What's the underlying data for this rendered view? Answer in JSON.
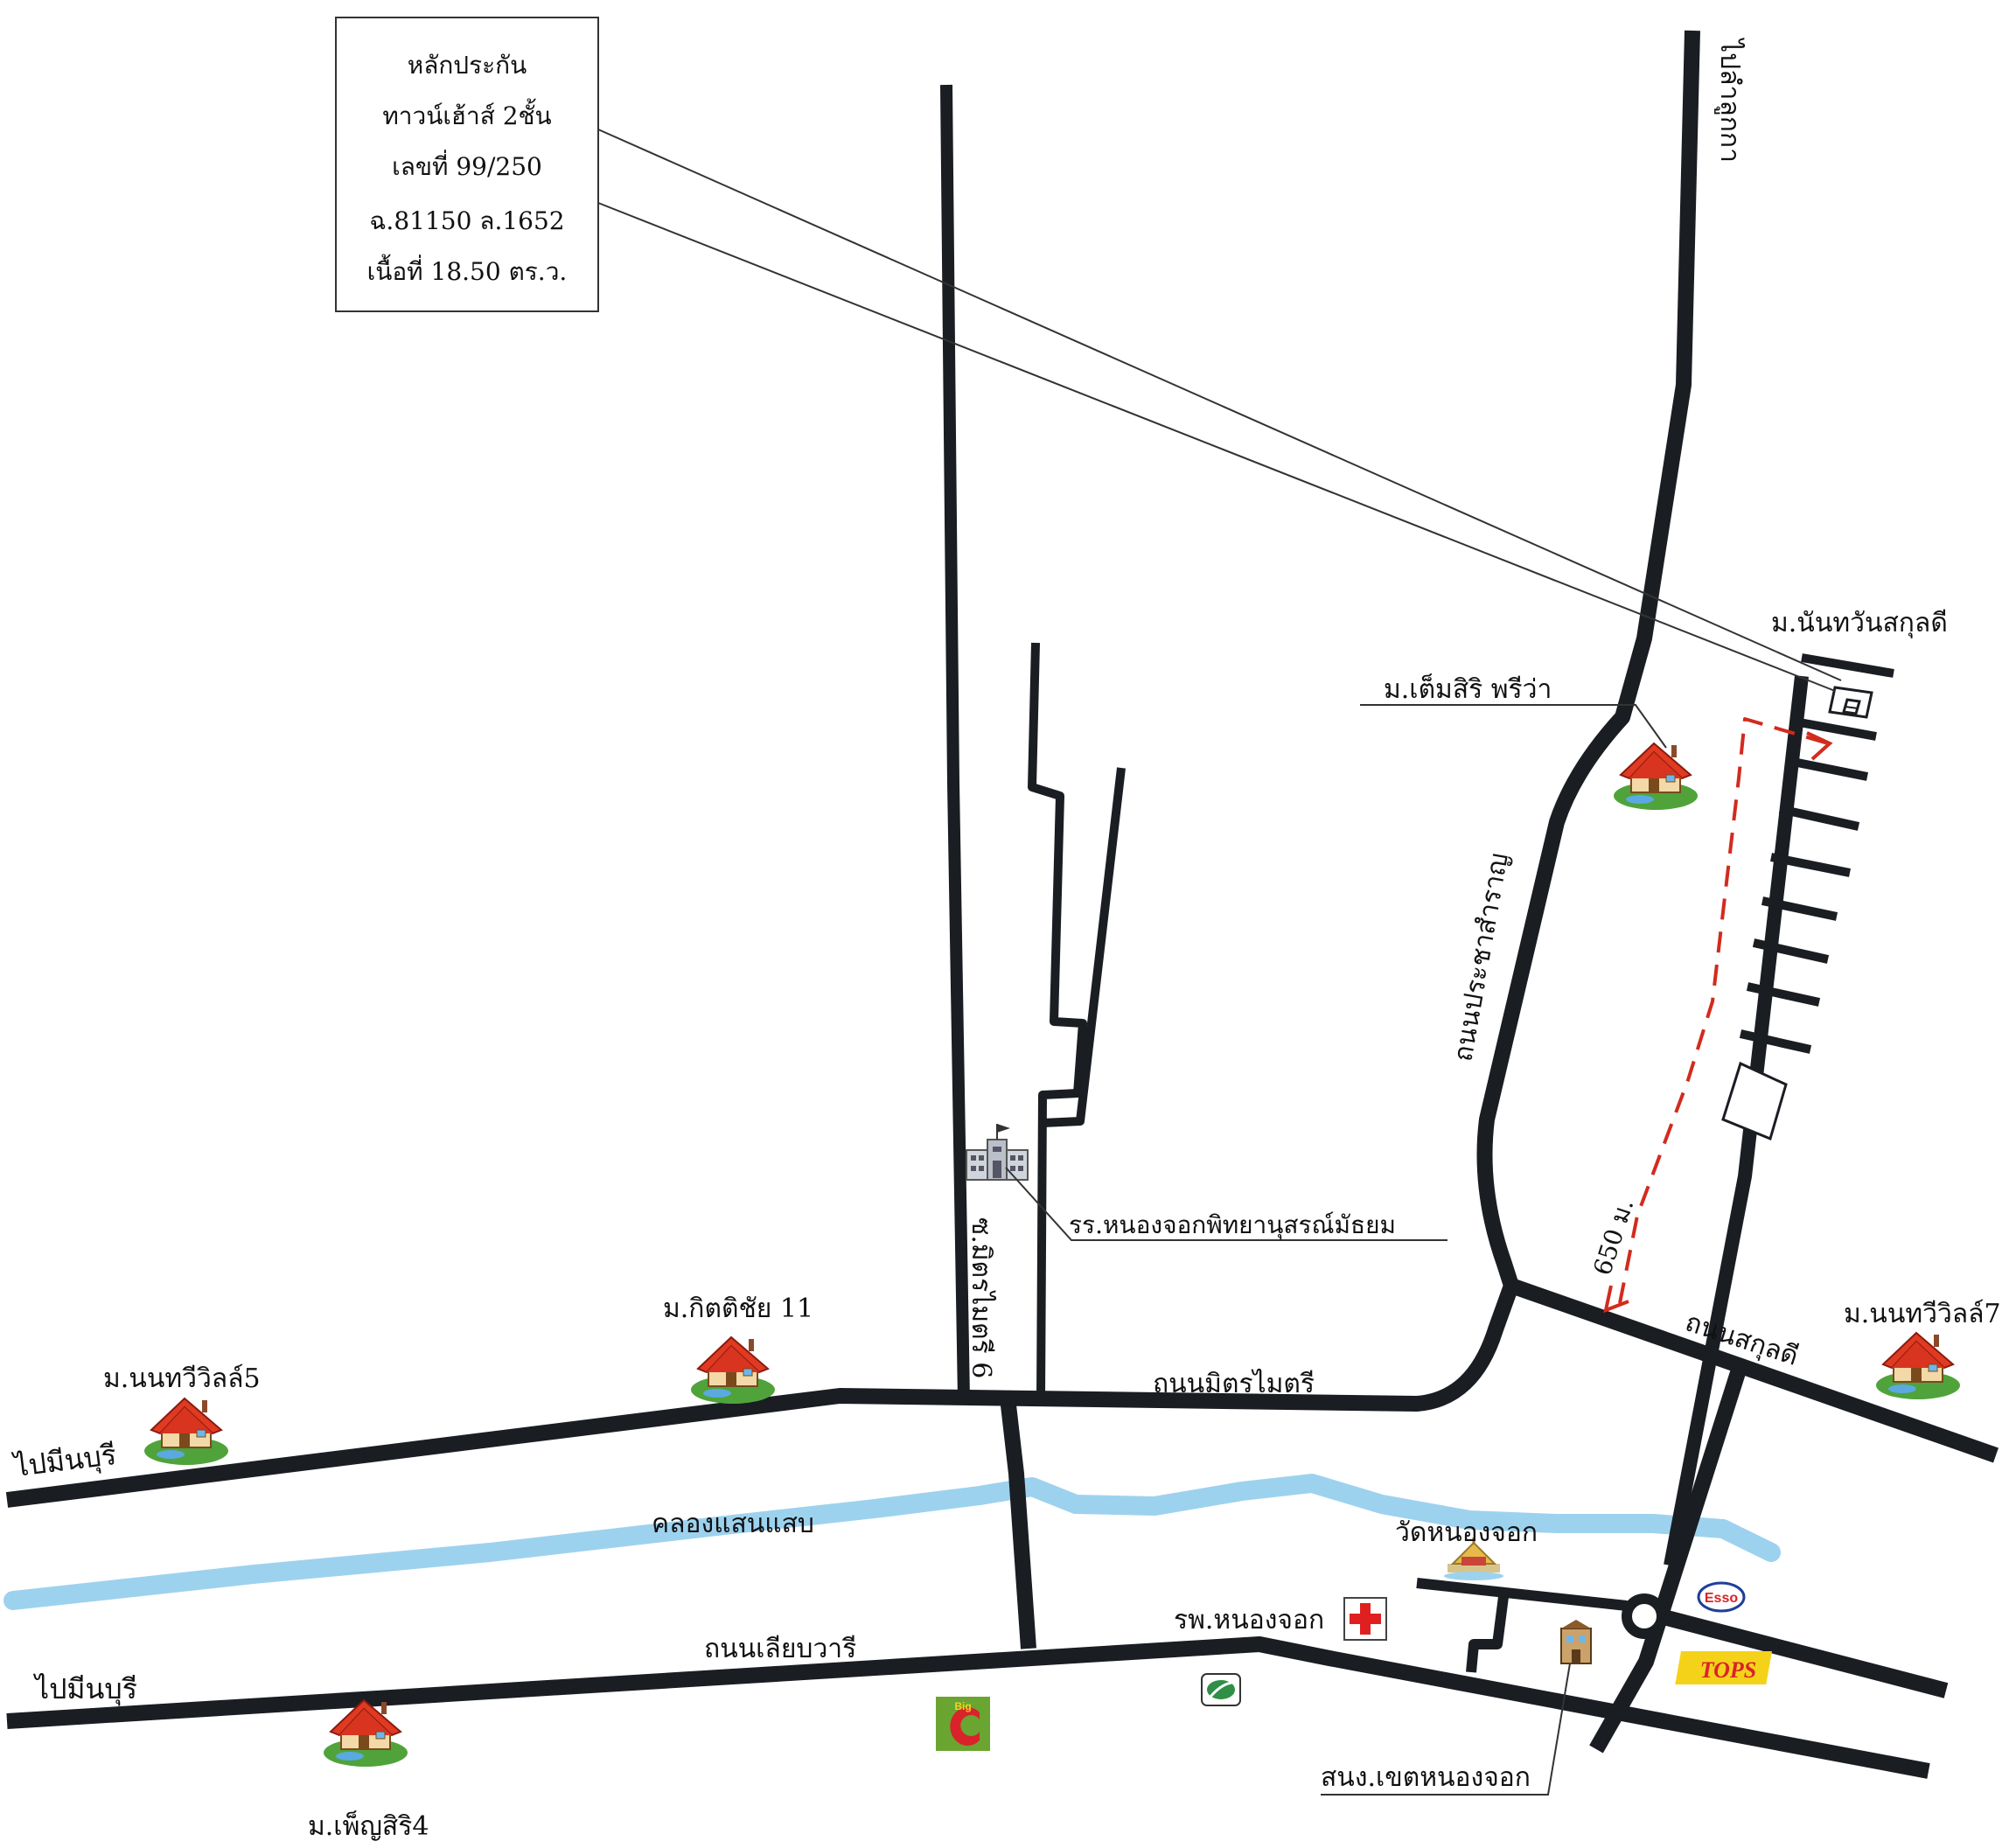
{
  "info_box": {
    "lines": [
      "หลักประกัน",
      "ทาวน์เฮ้าส์ 2ชั้น",
      "เลขที่ 99/250",
      "ฉ.81150 ล.1652",
      "เนื้อที่ 18.50 ตร.ว."
    ]
  },
  "labels": {
    "to_lam_luk_ka": "ไปลำลูกกา",
    "nan_wan_sakunlakdi": "ม.นันทวันสกุลดี",
    "tem_siri_privas": "ม.เต็มสิริ พรีว่า",
    "prachasamran_road": "ถนนประชาสำราญ",
    "distance": "650 ม.",
    "sakunlakdi_road": "ถนนสกุลดี",
    "nonthawi_villa7": "ม.นนทวีวิลล์7",
    "school": "รร.หนองจอกพิทยานุสรณ์มัธยม",
    "soi_mit_maitri6": "ซ.มิตรไมตรี 6",
    "kitti_chai11": "ม.กิตติชัย 11",
    "mit_maitri_road": "ถนนมิตรไมตรี",
    "nonthawi_villa5": "ม.นนทวีวิลล์5",
    "to_min_buri_1": "ไปมีนบุรี",
    "canal": "คลองแสนแสบ",
    "wat_nong_chok": "วัดหนองจอก",
    "hospital": "รพ.หนองจอก",
    "liap_wari_road": "ถนนเลียบวารี",
    "to_min_buri_2": "ไปมีนบุรี",
    "phen_siri4": "ม.เพ็ญสิริ4",
    "district_office": "สนง.เขตหนองจอก"
  },
  "logos": {
    "esso": "Esso",
    "tops": "TOPS",
    "big_c": "Big"
  },
  "colors": {
    "road": "#1a1d22",
    "canal": "#9dd2ef",
    "route": "#d22b1e",
    "house_roof": "#e03a22",
    "grass": "#4fa33a"
  }
}
